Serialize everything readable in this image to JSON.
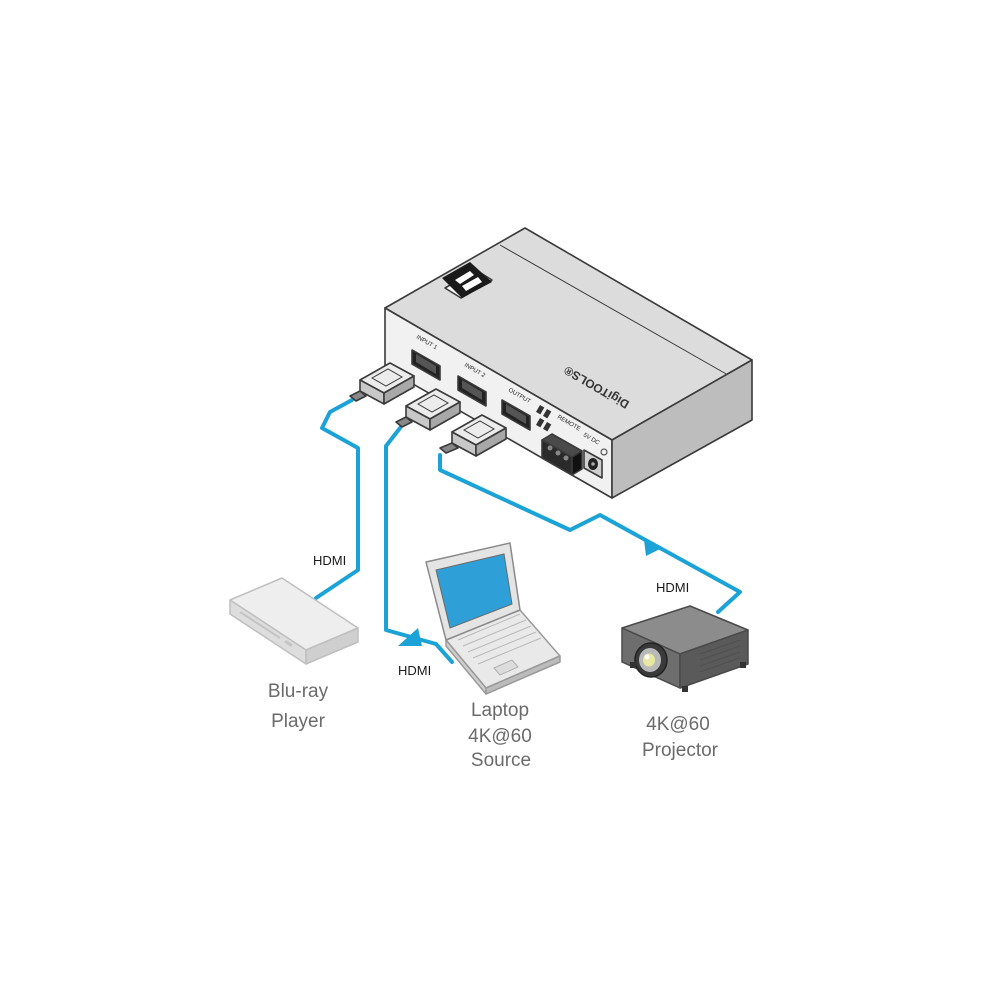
{
  "switcher": {
    "brand_text": "DigiTOOLS®",
    "ports": {
      "input1": "INPUT 1",
      "input2": "INPUT 2",
      "output": "OUTPUT",
      "remote": "REMOTE",
      "power": "5V DC"
    }
  },
  "cables": {
    "bluray": "HDMI",
    "laptop": "HDMI",
    "projector": "HDMI"
  },
  "devices": {
    "bluray": {
      "line1": "Blu-ray",
      "line2": "Player"
    },
    "laptop": {
      "line1": "Laptop",
      "line2": "4K@60",
      "line3": "Source"
    },
    "projector": {
      "line1": "4K@60",
      "line2": "Projector"
    }
  },
  "colors": {
    "cable": "#1ba3d8",
    "device_body": "#e6e6e6",
    "laptop_screen": "#2f9fd8"
  }
}
